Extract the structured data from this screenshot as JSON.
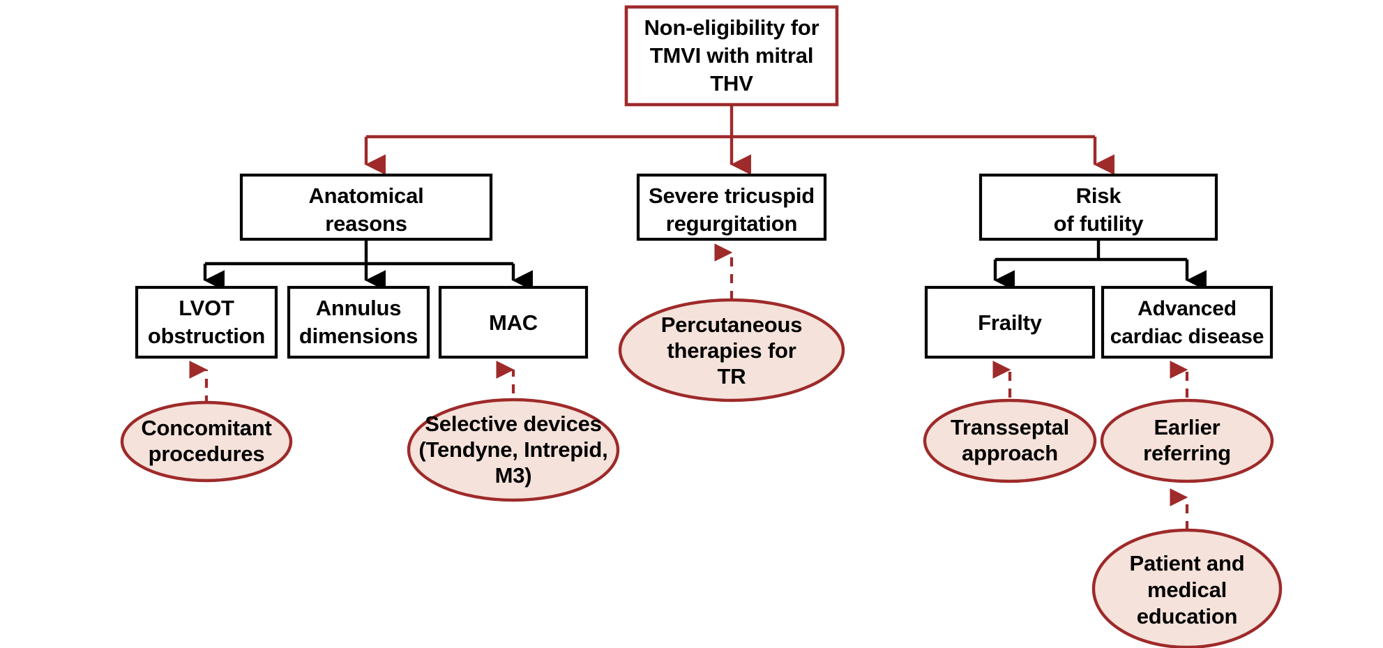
{
  "diagram": {
    "title_text": "Non-eligibility for TMVI with mitral THV",
    "colors": {
      "accent_red": "#9e2a2a",
      "ellipse_fill": "#f5e2da",
      "box_stroke": "#000000",
      "background": "#ffffff",
      "text": "#000000"
    },
    "root": {
      "id": "non-eligibility",
      "lines": [
        "Non-eligibility for",
        "TMVI with mitral",
        "THV"
      ]
    },
    "branches": [
      {
        "id": "anatomical-reasons",
        "lines": [
          "Anatomical",
          "reasons"
        ],
        "children": [
          {
            "id": "lvot-obstruction",
            "lines": [
              "LVOT",
              "obstruction"
            ],
            "solutions": [
              {
                "id": "concomitant-procedures",
                "lines": [
                  "Concomitant",
                  "procedures"
                ]
              }
            ]
          },
          {
            "id": "annulus-dimensions",
            "lines": [
              "Annulus",
              "dimensions"
            ],
            "solutions": []
          },
          {
            "id": "mac",
            "lines": [
              "MAC"
            ],
            "solutions": [
              {
                "id": "selective-devices",
                "lines": [
                  "Selective devices",
                  "(Tendyne, Intrepid,",
                  "M3)"
                ]
              }
            ]
          }
        ]
      },
      {
        "id": "severe-tricuspid-regurgitation",
        "lines": [
          "Severe tricuspid",
          "regurgitation"
        ],
        "children": [],
        "solutions": [
          {
            "id": "percutaneous-therapies-tr",
            "lines": [
              "Percutaneous",
              "therapies for",
              "TR"
            ]
          }
        ]
      },
      {
        "id": "risk-of-futility",
        "lines": [
          "Risk",
          "of futility"
        ],
        "children": [
          {
            "id": "frailty",
            "lines": [
              "Frailty"
            ],
            "solutions": [
              {
                "id": "transseptal-approach",
                "lines": [
                  "Transseptal",
                  "approach"
                ]
              }
            ]
          },
          {
            "id": "advanced-cardiac-disease",
            "lines": [
              "Advanced",
              "cardiac disease"
            ],
            "solutions": [
              {
                "id": "earlier-referring",
                "lines": [
                  "Earlier",
                  "referring"
                ]
              },
              {
                "id": "patient-and-medical-education",
                "lines": [
                  "Patient and",
                  "medical",
                  "education"
                ]
              }
            ]
          }
        ]
      }
    ],
    "labels": {
      "root_l1": "Non-eligibility for",
      "root_l2": "TMVI with mitral",
      "root_l3": "THV",
      "anatomical_l1": "Anatomical",
      "anatomical_l2": "reasons",
      "tricuspid_l1": "Severe tricuspid",
      "tricuspid_l2": "regurgitation",
      "futility_l1": "Risk",
      "futility_l2": "of futility",
      "lvot_l1": "LVOT",
      "lvot_l2": "obstruction",
      "annulus_l1": "Annulus",
      "annulus_l2": "dimensions",
      "mac_l1": "MAC",
      "frailty_l1": "Frailty",
      "advanced_l1": "Advanced",
      "advanced_l2": "cardiac disease",
      "concomitant_l1": "Concomitant",
      "concomitant_l2": "procedures",
      "selective_l1": "Selective devices",
      "selective_l2": "(Tendyne, Intrepid,",
      "selective_l3": "M3)",
      "percutaneous_l1": "Percutaneous",
      "percutaneous_l2": "therapies for",
      "percutaneous_l3": "TR",
      "transseptal_l1": "Transseptal",
      "transseptal_l2": "approach",
      "earlier_l1": "Earlier",
      "earlier_l2": "referring",
      "patientedu_l1": "Patient and",
      "patientedu_l2": "medical",
      "patientedu_l3": "education"
    }
  }
}
